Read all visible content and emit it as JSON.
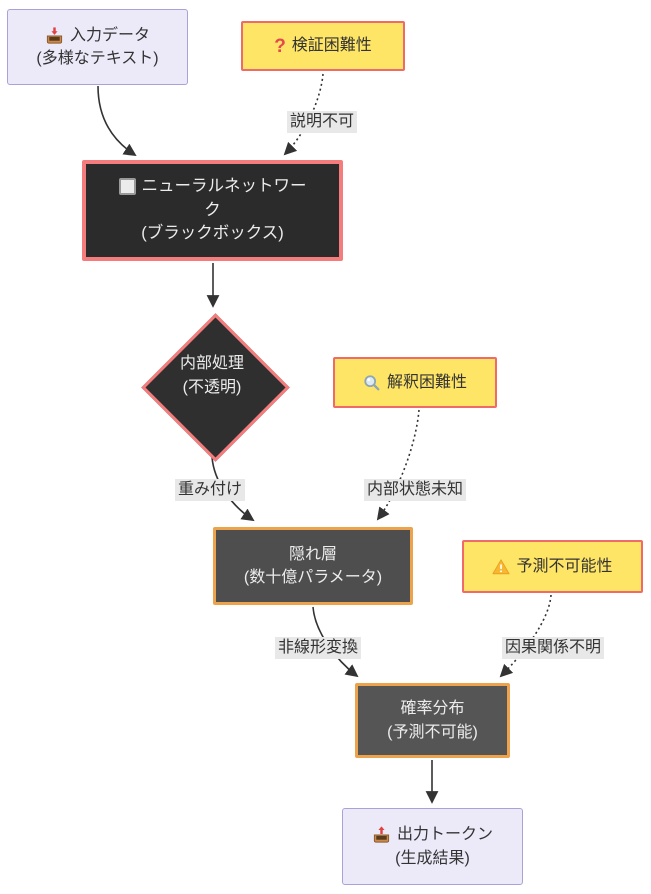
{
  "diagram": {
    "nodes": {
      "input": {
        "icon": "inbox-tray-icon",
        "title": "入力データ",
        "subtitle": "(多様なテキスト)"
      },
      "verification": {
        "icon": "question-mark-icon",
        "label": "検証困難性"
      },
      "neural_network": {
        "icon": "white-square-icon",
        "title_line1": "ニューラルネットワー",
        "title_line2": "ク",
        "subtitle": "(ブラックボックス)"
      },
      "internal_process": {
        "title": "内部処理",
        "subtitle": "(不透明)"
      },
      "interpretation": {
        "icon": "magnifier-icon",
        "label": "解釈困難性"
      },
      "hidden_layer": {
        "title": "隠れ層",
        "subtitle": "(数十億パラメータ)"
      },
      "unpredictability": {
        "icon": "warning-icon",
        "label": "予測不可能性"
      },
      "probability": {
        "title": "確率分布",
        "subtitle": "(予測不可能)"
      },
      "output": {
        "icon": "outbox-tray-icon",
        "title": "出力トークン",
        "subtitle": "(生成結果)"
      }
    },
    "edge_labels": {
      "explain_impossible": "説明不可",
      "weighting": "重み付け",
      "internal_state_unknown": "内部状態未知",
      "nonlinear_transform": "非線形変換",
      "causality_unknown": "因果関係不明"
    },
    "glyphs": {
      "question_mark": "?"
    },
    "colors": {
      "lavender_fill": "#ECEAF9",
      "lavender_border": "#A9A2D8",
      "note_fill": "#FFE566",
      "note_border": "#F06A6A",
      "black_box_fill": "#2B2B2B",
      "black_box_border": "#F47C7C",
      "gray_box_fill": "#4E4E4E",
      "gray_box_border": "#EDA24C",
      "edge_color": "#333333",
      "edge_label_bg": "#E8E8E8",
      "warning_yellow": "#F7B731",
      "magnifier_teal": "#8FA6B4",
      "tray_brown": "#C98A4B",
      "arrow_red": "#E04040"
    }
  }
}
